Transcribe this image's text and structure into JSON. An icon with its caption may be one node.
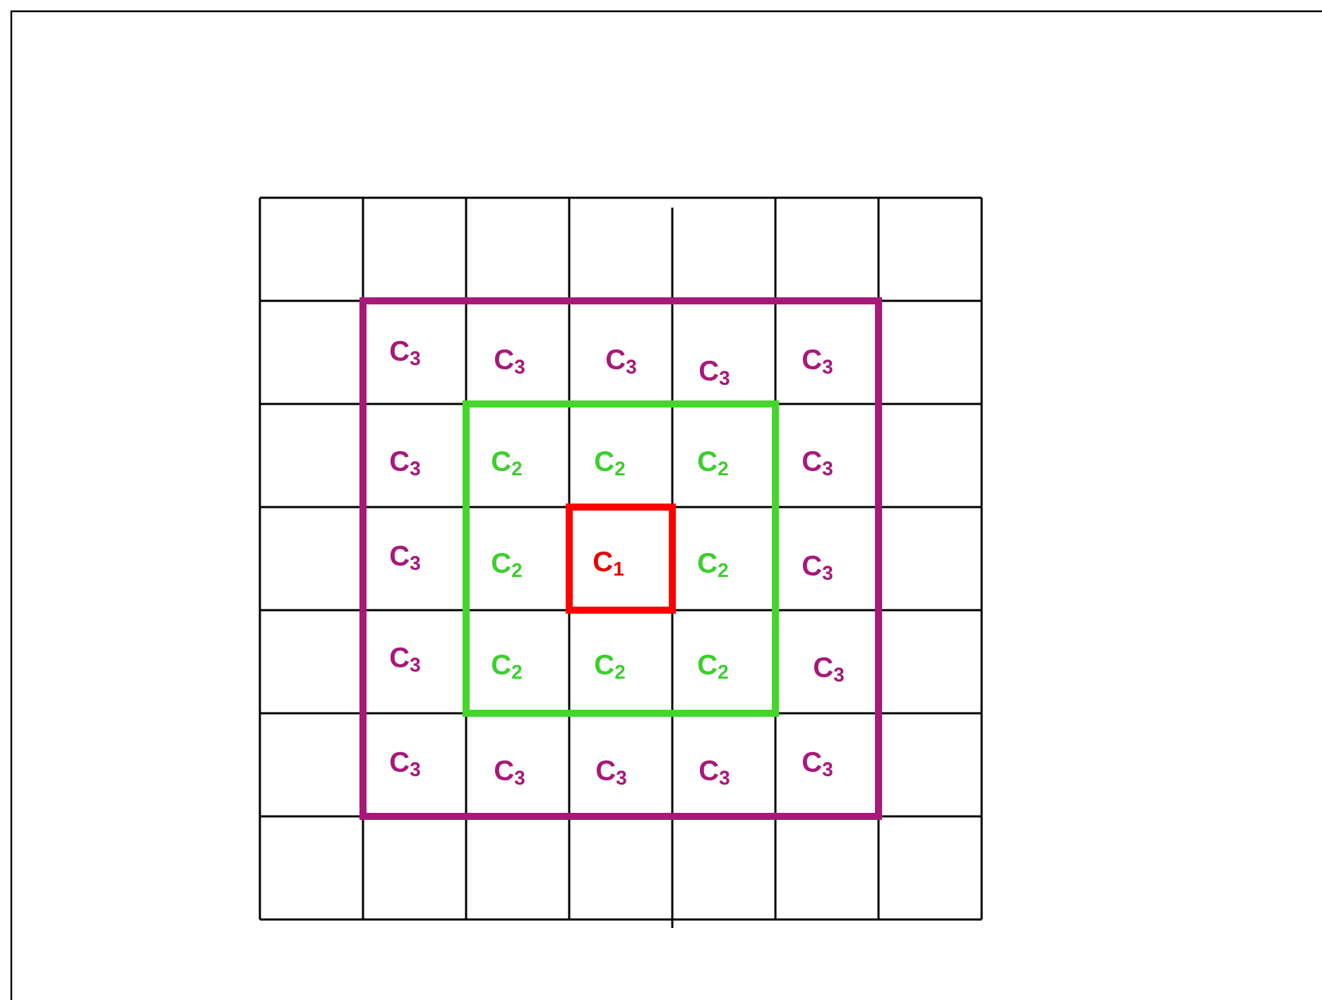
{
  "diagram": {
    "nodes": [
      {
        "text": [
          "C$_{3}$",
          "C$_{3}$",
          "C$_{3}$",
          "C$_{3}$",
          "C$_{3}$",
          "C$_{3}$",
          "C$_{3}$",
          "C$_{3}$",
          "C$_{3}$",
          "C$_{3}$",
          "C$_{3}$",
          "C$_{3}$",
          "C$_{3}$",
          "C$_{3}$",
          "C$_{3}$",
          "C$_{3}$"
        ]
      },
      {
        "text": [
          "C$_{2}$",
          "C$_{2}$",
          "C$_{2}$",
          "C$_{2}$",
          "C$_{2}$",
          "C$_{2}$",
          "C$_{2}$",
          "C$_{2}$"
        ],
        "in": 0
      },
      {
        "text": [
          "C$_{1}$"
        ],
        "in": 1
      }
    ]
  }
}
